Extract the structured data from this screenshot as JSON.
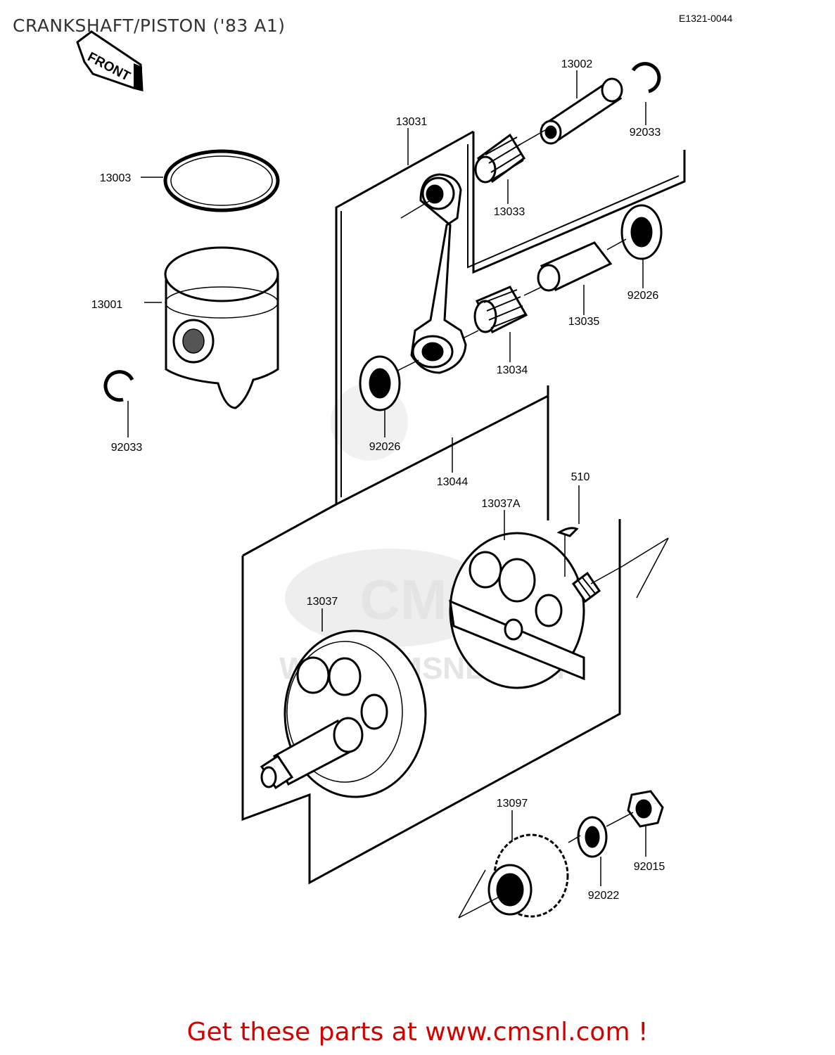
{
  "header": {
    "title": "CRANKSHAFT/PISTON ('83 A1)",
    "drawing_code": "E1321-0044"
  },
  "front_arrow": {
    "label": "FRONT"
  },
  "watermark": {
    "text": "WWW.CMSNL.COM",
    "logo_text": "CMS"
  },
  "parts": {
    "p13002": "13002",
    "p92033_top": "92033",
    "p13031": "13031",
    "p13003": "13003",
    "p13033": "13033",
    "p13001": "13001",
    "p92026_right": "92026",
    "p13035": "13035",
    "p13034": "13034",
    "p92033_left": "92033",
    "p92026_left": "92026",
    "p13044": "13044",
    "p510": "510",
    "p13037A": "13037A",
    "p13037": "13037",
    "p13097": "13097",
    "p92015": "92015",
    "p92022": "92022"
  },
  "footer": {
    "text": "Get these parts at www.cmsnl.com !"
  }
}
